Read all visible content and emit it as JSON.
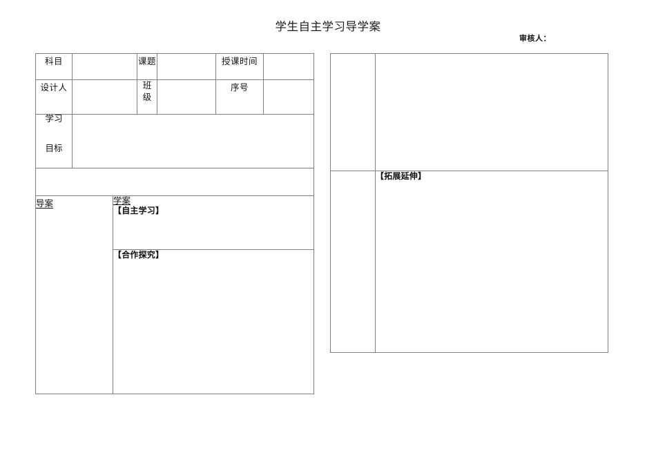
{
  "document": {
    "title": "学生自主学习导学案",
    "reviewer_label": "审核人："
  },
  "left_table": {
    "rows": [
      {
        "name": "info-row-1",
        "cells": [
          {
            "label": "科目",
            "value": ""
          },
          {
            "label": "课题",
            "value": ""
          },
          {
            "label": "授课时间",
            "value": ""
          }
        ]
      },
      {
        "name": "info-row-2",
        "cells": [
          {
            "label": "设计人",
            "value": ""
          },
          {
            "label": "班级",
            "value": ""
          },
          {
            "label": "序号",
            "value": ""
          }
        ]
      }
    ],
    "goal_label_line1": "学习",
    "goal_label_line2": "目标",
    "goal_value": "",
    "spacer_value": "",
    "daoan_label": "导案",
    "xuean_heading": "学案",
    "section_zizhu": "【自主学习】",
    "section_hezuo": "【合作探究】",
    "zizhu_body": "",
    "hezuo_body": ""
  },
  "right_table": {
    "top_left_value": "",
    "top_right_value": "",
    "bottom_left_value": "",
    "section_tuozhan": "【拓展延伸】",
    "tuozhan_body": ""
  },
  "style": {
    "border_color": "#808080",
    "text_color": "#111111",
    "page_background": "#ffffff"
  }
}
